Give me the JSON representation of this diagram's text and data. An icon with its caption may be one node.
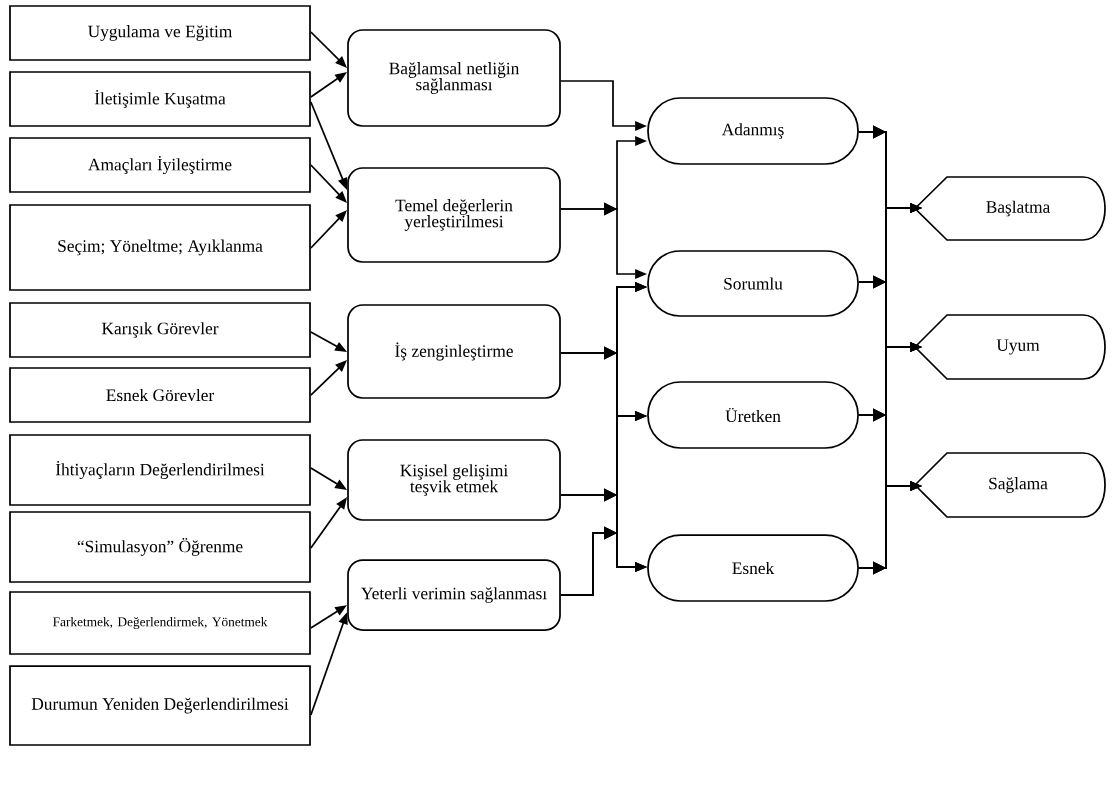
{
  "diagram": {
    "nodes": [
      {
        "text": [
          "Uygulama ve Eğitim"
        ]
      },
      {
        "text": [
          "İletişimle Kuşatma"
        ]
      },
      {
        "text": [
          "Amaçları İyileştirme"
        ]
      },
      {
        "text": [
          "Seçim; Yöneltme; Ayıklanma"
        ]
      },
      {
        "text": [
          "Karışık Görevler"
        ]
      },
      {
        "text": [
          "Esnek Görevler"
        ]
      },
      {
        "text": [
          "İhtiyaçların Değerlendirilmesi"
        ]
      },
      {
        "text": [
          "“Simulasyon” Öğrenme"
        ]
      },
      {
        "text": [
          "Farketmek, Değerlendirmek, Yönetmek"
        ]
      },
      {
        "text": [
          "Durumun Yeniden Değerlendirilmesi"
        ]
      },
      {
        "text": [
          "Bağlamsal netliğin sağlanması"
        ]
      },
      {
        "text": [
          "Temel değerlerin yerleştirilmesi"
        ]
      },
      {
        "text": [
          "İş zenginleştirme"
        ]
      },
      {
        "text": [
          "Kişisel gelişimi teşvik etmek"
        ]
      },
      {
        "text": [
          "Yeterli verimin sağlanması"
        ]
      },
      {
        "text": [
          "Adanmış"
        ]
      },
      {
        "text": [
          "Sorumlu"
        ]
      },
      {
        "text": [
          "Üretken"
        ]
      },
      {
        "text": [
          "Esnek"
        ]
      },
      {
        "text": [
          "Başlatma"
        ]
      },
      {
        "text": [
          "Uyum"
        ]
      },
      {
        "text": [
          "Sağlama"
        ]
      }
    ],
    "edges": [
      {
        "from": 0,
        "to": 10,
        "arrow": "to"
      },
      {
        "from": 1,
        "to": 10,
        "arrow": "to"
      },
      {
        "from": 1,
        "to": 11,
        "arrow": "to"
      },
      {
        "from": 2,
        "to": 11,
        "arrow": "to"
      },
      {
        "from": 3,
        "to": 11,
        "arrow": "to"
      },
      {
        "from": 4,
        "to": 12,
        "arrow": "to"
      },
      {
        "from": 5,
        "to": 12,
        "arrow": "to"
      },
      {
        "from": 6,
        "to": 13,
        "arrow": "to"
      },
      {
        "from": 7,
        "to": 13,
        "arrow": "to"
      },
      {
        "from": 8,
        "to": 14,
        "arrow": "to"
      },
      {
        "from": 9,
        "to": 14,
        "arrow": "to"
      },
      {
        "from": 10,
        "to": 15,
        "arrow": "to"
      },
      {
        "from": 11,
        "to": 15,
        "arrow": "to"
      },
      {
        "from": 11,
        "to": 16,
        "arrow": "to"
      },
      {
        "from": 12,
        "to": 16,
        "arrow": "to"
      },
      {
        "from": 12,
        "to": 17,
        "arrow": "to"
      },
      {
        "from": 12,
        "to": 18,
        "arrow": "to"
      },
      {
        "from": 13,
        "to": 16,
        "arrow": "to"
      },
      {
        "from": 13,
        "to": 17,
        "arrow": "to"
      },
      {
        "from": 13,
        "to": 18,
        "arrow": "to"
      },
      {
        "from": 14,
        "to": 16,
        "arrow": "to"
      },
      {
        "from": 14,
        "to": 17,
        "arrow": "to"
      },
      {
        "from": 14,
        "to": 18,
        "arrow": "to"
      },
      {
        "from": 15,
        "to": 19,
        "arrow": "to"
      },
      {
        "from": 15,
        "to": 20,
        "arrow": "to"
      },
      {
        "from": 15,
        "to": 21,
        "arrow": "to"
      },
      {
        "from": 16,
        "to": 19,
        "arrow": "to"
      },
      {
        "from": 16,
        "to": 20,
        "arrow": "to"
      },
      {
        "from": 16,
        "to": 21,
        "arrow": "to"
      },
      {
        "from": 17,
        "to": 19,
        "arrow": "to"
      },
      {
        "from": 17,
        "to": 20,
        "arrow": "to"
      },
      {
        "from": 17,
        "to": 21,
        "arrow": "to"
      },
      {
        "from": 18,
        "to": 19,
        "arrow": "to"
      },
      {
        "from": 18,
        "to": 20,
        "arrow": "to"
      },
      {
        "from": 18,
        "to": 21,
        "arrow": "to"
      }
    ]
  }
}
